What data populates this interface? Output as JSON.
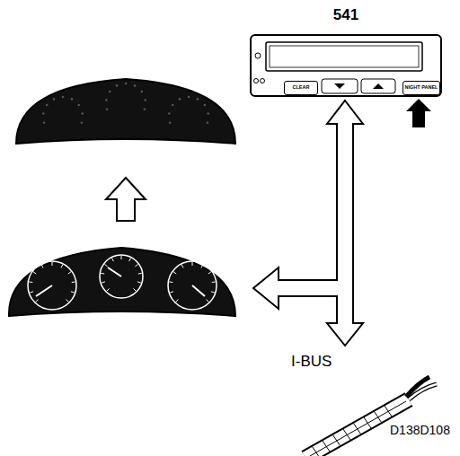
{
  "diagram": {
    "nodes": [
      {
        "text": [
          "541"
        ]
      },
      {
        "text": [
          "CLEAR"
        ],
        "in": 0
      },
      {
        "text": [
          "NIGHT PANEL"
        ],
        "in": 0
      }
    ],
    "labels": [
      "I-BUS",
      "D138D108"
    ]
  }
}
